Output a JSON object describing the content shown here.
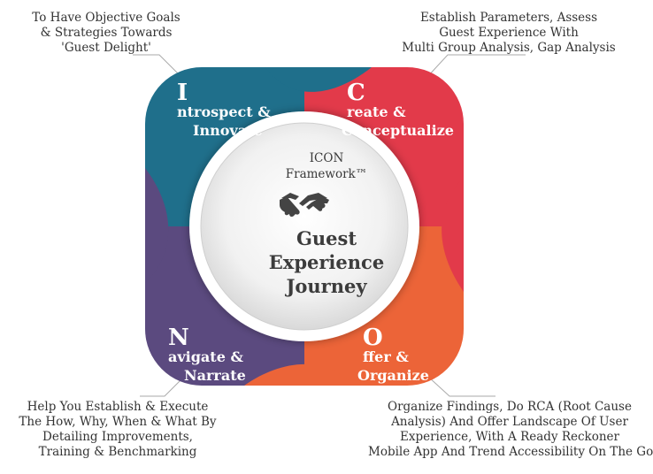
{
  "notes": {
    "top_left": [
      "To Have Objective Goals",
      "& Strategies Towards",
      "'Guest Delight'"
    ],
    "top_right": [
      "Establish Parameters, Assess",
      "Guest Experience With",
      "Multi Group Analysis, Gap Analysis"
    ],
    "bottom_left": [
      "Help You Establish & Execute",
      "The How, Why, When & What By",
      "Detailing Improvements,",
      "Training & Benchmarking"
    ],
    "bottom_right": [
      "Organize Findings, Do RCA (Root Cause",
      "Analysis) And Offer Landscape Of User",
      "Experience, With A Ready Reckoner",
      "Mobile App And Trend Accessibility On The Go."
    ]
  },
  "segments": {
    "introspect": {
      "initial": "I",
      "rest": "ntrospect &",
      "line2": "Innovate",
      "color": "#1f6f8b"
    },
    "create": {
      "initial": "C",
      "rest": "reate &",
      "line2": "Conceptualize",
      "color": "#e23a4a"
    },
    "navigate": {
      "initial": "N",
      "rest": "avigate &",
      "line2": "Narrate",
      "color": "#5b4a7f"
    },
    "offer": {
      "initial": "O",
      "rest": "ffer &",
      "line2": "Organize",
      "color": "#ec6438"
    }
  },
  "center": {
    "line1": "ICON",
    "line2": "Framework™",
    "icon": "handshake-icon",
    "title_lines": [
      "Guest",
      "Experience",
      "Journey"
    ]
  }
}
